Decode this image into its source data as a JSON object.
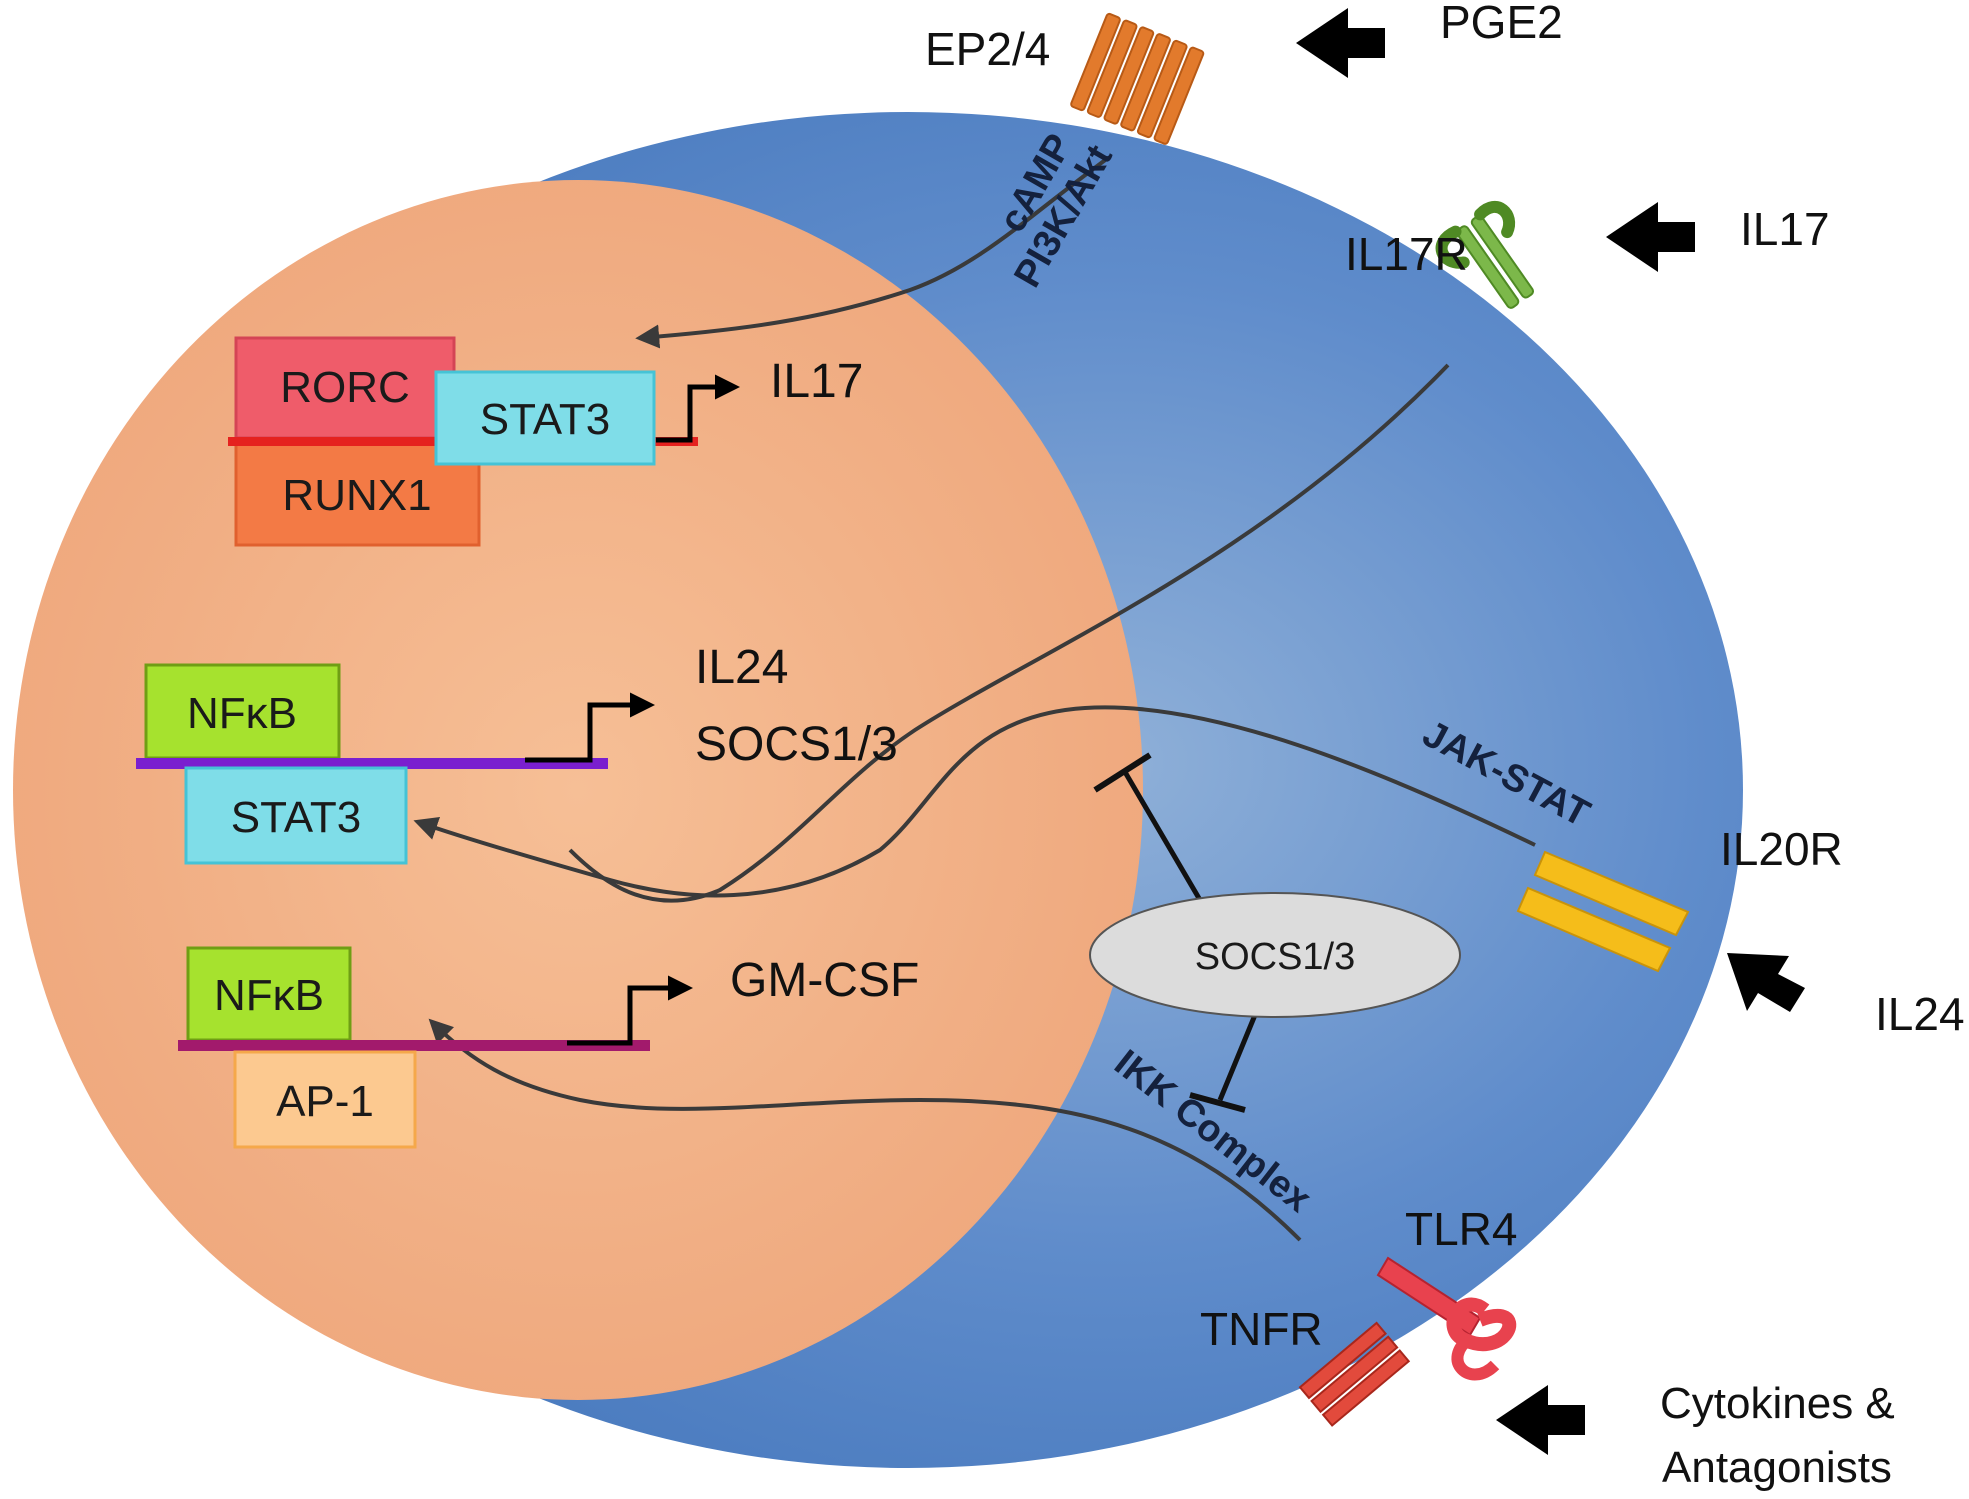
{
  "colors": {
    "cell": "#4f7fc0",
    "nucleus": "#f0a878",
    "rorc": "#ef5c6a",
    "stat3": "#7fdde8",
    "runx1": "#f37a45",
    "nfkb": "#a6e22e",
    "ap1": "#fcc990",
    "ep24": "#e27a2c",
    "il17r": "#7cb84a",
    "il20r": "#f5bd1a",
    "tlr4": "#e8424e",
    "tnfr": "#e24a3c",
    "socs_ellipse": "#dcdcdc"
  },
  "receptors": {
    "ep24": "EP2/4",
    "il17r": "IL17R",
    "il20r": "IL20R",
    "tlr4": "TLR4",
    "tnfr": "TNFR"
  },
  "ligands": {
    "pge2": "PGE2",
    "il17": "IL17",
    "il24": "IL24",
    "cytokines_line1": "Cytokines &",
    "cytokines_line2": "Antagonists"
  },
  "pathways": {
    "camp": "cAMP",
    "pi3k": "PI3K/Akt",
    "jak_stat": "JAK-STAT",
    "ikk": "IKK Complex"
  },
  "factors": {
    "rorc": "RORC",
    "stat3_top": "STAT3",
    "runx1": "RUNX1",
    "nfkb_mid": "NFκB",
    "stat3_mid": "STAT3",
    "nfkb_bot": "NFκB",
    "ap1": "AP-1"
  },
  "genes": {
    "il17": "IL17",
    "il24": "IL24",
    "socs13": "SOCS1/3",
    "gmcsf": "GM-CSF"
  },
  "socs_ellipse": "SOCS1/3"
}
